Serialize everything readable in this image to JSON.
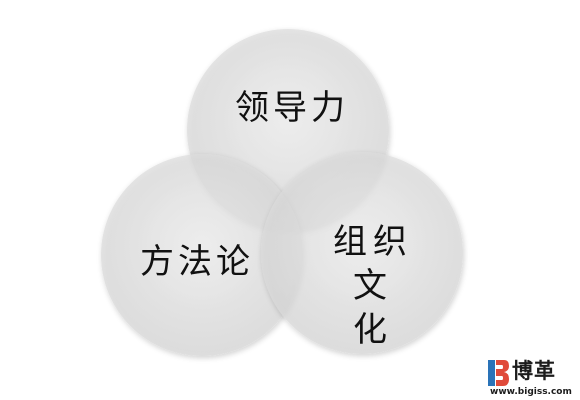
{
  "diagram": {
    "circles": [
      {
        "label": "领导力"
      },
      {
        "label": "方法论"
      },
      {
        "label": "组织文\n化"
      }
    ]
  },
  "watermark": {
    "brand": "博革",
    "url": "www.bigiss.com",
    "brand_colors": [
      "#2a73b8",
      "#e04a3a"
    ]
  }
}
